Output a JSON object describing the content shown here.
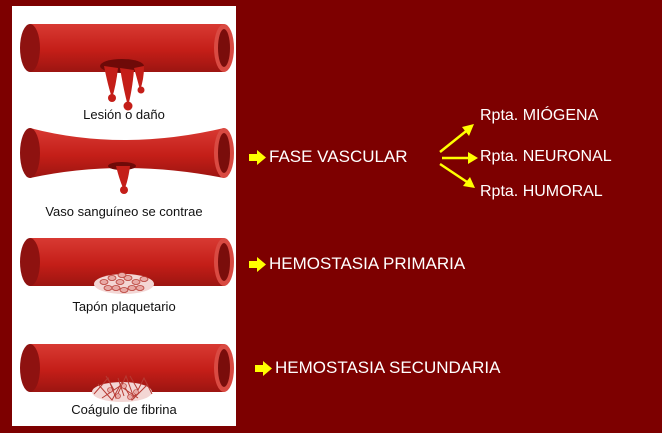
{
  "stages": [
    {
      "label": "Lesión o daño"
    },
    {
      "label": "Vaso sanguíneo se contrae"
    },
    {
      "label": "Tapón plaquetario"
    },
    {
      "label": "Coágulo de fibrina"
    }
  ],
  "phases": [
    {
      "label": "FASE VASCULAR"
    },
    {
      "label": "HEMOSTASIA PRIMARIA"
    },
    {
      "label": "HEMOSTASIA SECUNDARIA"
    }
  ],
  "vascular_responses": [
    {
      "label": "Rpta. MIÓGENA"
    },
    {
      "label": "Rpta. NEURONAL"
    },
    {
      "label": "Rpta. HUMORAL"
    }
  ],
  "colors": {
    "background": "#7d0000",
    "vessel": "#c9211c",
    "vessel_dark": "#8e1210",
    "arrow": "#ffff00"
  }
}
